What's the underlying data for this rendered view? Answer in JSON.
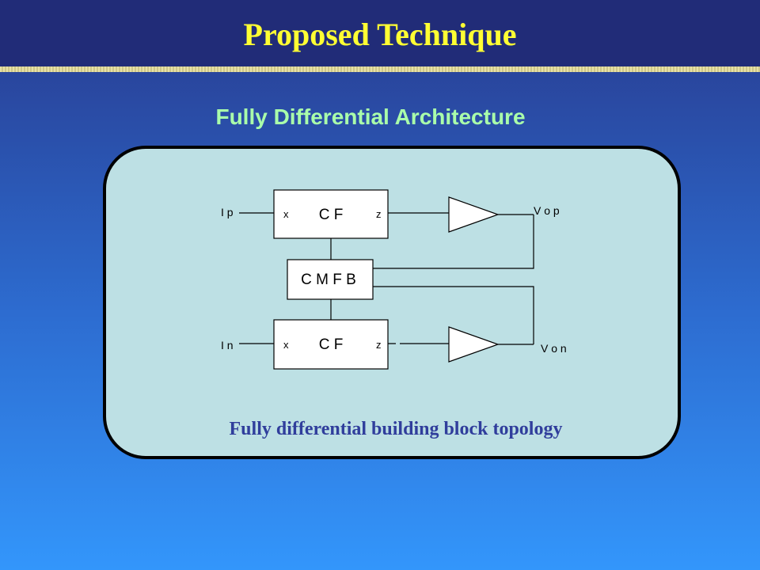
{
  "slide": {
    "title": "Proposed Technique",
    "subtitle": "Fully Differential Architecture",
    "caption": "Fully differential building block topology"
  },
  "diagram": {
    "top_block": {
      "label": "C F",
      "port_x": "x",
      "port_z": "z"
    },
    "cmfb_block": {
      "label": "C M F B"
    },
    "bottom_block": {
      "label": "C F",
      "port_x": "x",
      "port_z": "z"
    },
    "inputs": {
      "ip": "I p",
      "in": "I n"
    },
    "outputs": {
      "vop": "V o p",
      "von": "V o n"
    }
  },
  "colors": {
    "title_text": "#ffff33",
    "title_bar": "#212c78",
    "subtitle_text": "#aaffaa",
    "panel_fill": "#bde0e4",
    "caption_text": "#303e9c"
  }
}
